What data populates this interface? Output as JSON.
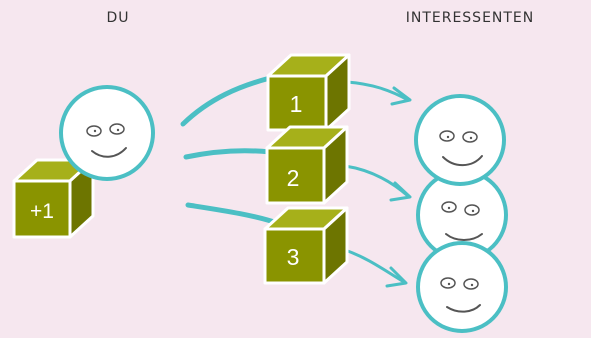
{
  "labels": {
    "left": "DU",
    "right": "INTERESSENTEN"
  },
  "cubes": {
    "small": "+1",
    "c1": "1",
    "c2": "2",
    "c3": "3"
  },
  "colors": {
    "background": "#f6e7ef",
    "cube_front": "#8a9400",
    "cube_top": "#a6b01a",
    "cube_side": "#6d7500",
    "cube_outline": "#ffffff",
    "face_fill": "#ffffff",
    "face_outline": "#4bbfc4",
    "arrow": "#4bbfc4",
    "text": "#333333"
  },
  "icons": {
    "face": "smiley-face-icon",
    "cube": "cube-icon",
    "arrow": "curved-arrow-icon"
  }
}
